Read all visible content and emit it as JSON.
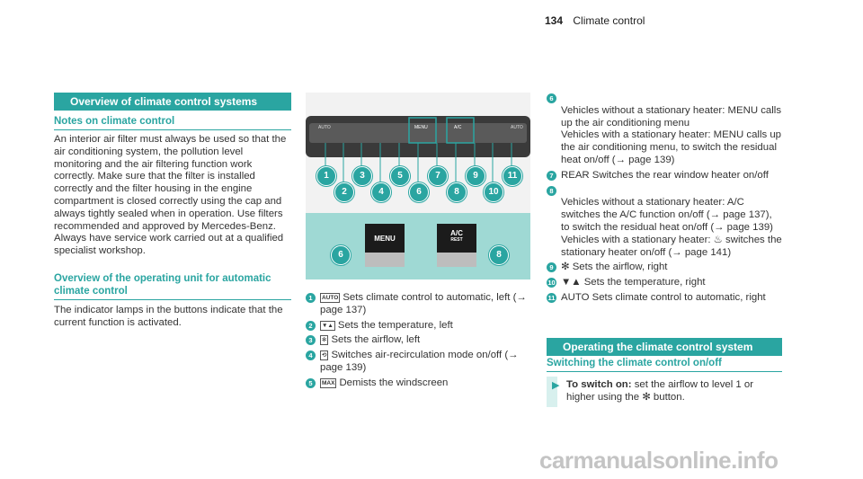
{
  "header": {
    "page": "134",
    "section": "Climate control"
  },
  "left": {
    "overview_title": "Overview of climate control systems",
    "notes_title": "Notes on climate control",
    "notes_text": "An interior air filter must always be used so that the air conditioning system, the pollution level monitoring and the air filtering function work correctly. Make sure that the filter is installed correctly and the filter housing in the engine compartment is closed correctly using the cap and always tightly sealed when in operation. Use filters recommended and approved by Mercedes-Benz. Always have service work carried out at a qualified specialist workshop.",
    "operating_title": "Overview of the operating unit for automatic climate control",
    "operating_text": "The indicator lamps in the buttons indicate that the current function is activated."
  },
  "figure": {
    "callouts_top": [
      "1",
      "2",
      "3",
      "4",
      "5",
      "6",
      "7",
      "8",
      "9",
      "10",
      "11"
    ],
    "panel_labels": [
      "AUTO",
      "MENU",
      "A/C",
      "AUTO"
    ],
    "bottom_left_label": "MENU",
    "bottom_right_label": "A/C",
    "bottom_right_sub": "REST",
    "bottom_callout_left": "6",
    "bottom_callout_right": "8"
  },
  "middle_items": [
    {
      "n": "1",
      "icon": "AUTO",
      "text": "Sets climate control to automatic, left (→ page 137)"
    },
    {
      "n": "2",
      "icon": "▼▲",
      "text": "Sets the temperature, left"
    },
    {
      "n": "3",
      "icon": "✻",
      "text": "Sets the airflow, left"
    },
    {
      "n": "4",
      "icon": "⟲",
      "text": "Switches air-recirculation mode on/off (→ page 139)"
    },
    {
      "n": "5",
      "icon": "MAX",
      "text": "Demists the windscreen"
    }
  ],
  "right_items": [
    {
      "n": "6",
      "text": "Vehicles without a stationary heater: MENU calls up the air conditioning menu\nVehicles with a stationary heater: MENU calls up the air conditioning menu, to switch the residual heat on/off (→ page 139)"
    },
    {
      "n": "7",
      "text": "REAR Switches the rear window heater on/off"
    },
    {
      "n": "8",
      "text": "Vehicles without a stationary heater: A/C switches the A/C function on/off (→ page 137), to switch the residual heat on/off (→ page 139)\nVehicles with a stationary heater: ♨ switches the stationary heater on/off (→ page 141)"
    },
    {
      "n": "9",
      "text": "✻ Sets the airflow, right"
    },
    {
      "n": "10",
      "text": "▼▲ Sets the temperature, right"
    },
    {
      "n": "11",
      "text": "AUTO Sets climate control to automatic, right"
    }
  ],
  "operating_system": {
    "title": "Operating the climate control system",
    "sub": "Switching the climate control on/off",
    "step_lead": "To switch on:",
    "step_text": "set the airflow to level 1 or higher using the ✻ button."
  },
  "watermark": "carmanualsonline.info"
}
